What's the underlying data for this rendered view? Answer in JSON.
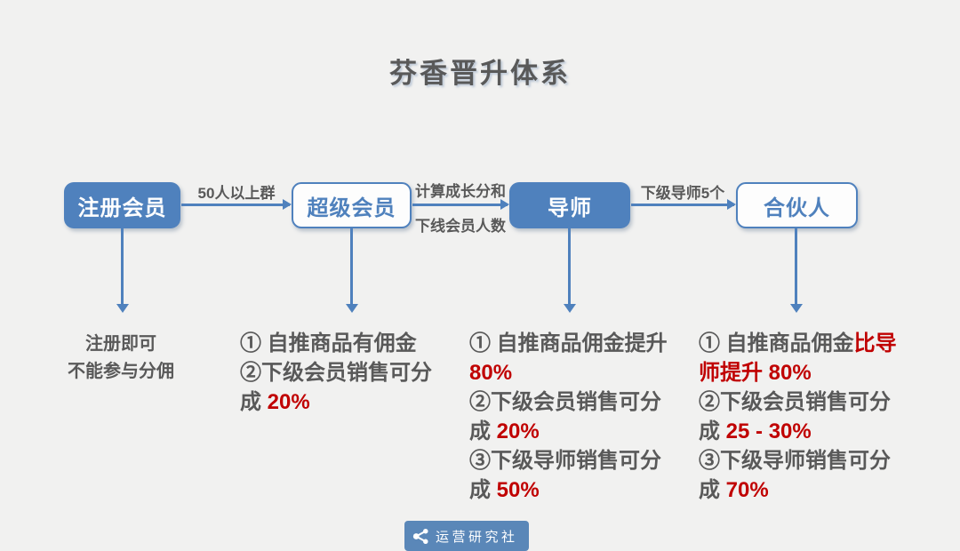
{
  "title": "芬香晋升体系",
  "colors": {
    "blue": "#4f81bd",
    "red": "#c00000",
    "gray": "#595959",
    "background": "#f1f1f0",
    "badge": "#5a87b8"
  },
  "flow": {
    "nodes": [
      {
        "label": "注册会员",
        "style": "filled"
      },
      {
        "label": "超级会员",
        "style": "outlined"
      },
      {
        "label": "导师",
        "style": "filled"
      },
      {
        "label": "合伙人",
        "style": "outlined"
      }
    ],
    "edges": [
      {
        "label_top": "50人以上群",
        "label_bottom": ""
      },
      {
        "label_top": "计算成长分和",
        "label_bottom": "下线会员人数"
      },
      {
        "label_top": "下级导师5个",
        "label_bottom": ""
      }
    ]
  },
  "notes": [
    {
      "lines": [
        [
          {
            "t": "注册即可",
            "c": "gray"
          }
        ],
        [
          {
            "t": "不能参与分佣",
            "c": "gray"
          }
        ]
      ]
    },
    {
      "lines": [
        [
          {
            "t": "① 自推商品有佣金",
            "c": "gray"
          }
        ],
        [
          {
            "t": "②下级会员销售可分",
            "c": "gray"
          }
        ],
        [
          {
            "t": "成 ",
            "c": "gray"
          },
          {
            "t": "20%",
            "c": "red"
          }
        ]
      ]
    },
    {
      "lines": [
        [
          {
            "t": "① 自推商品佣金提升",
            "c": "gray"
          }
        ],
        [
          {
            "t": "80%",
            "c": "red"
          }
        ],
        [
          {
            "t": "②下级会员销售可分",
            "c": "gray"
          }
        ],
        [
          {
            "t": "成 ",
            "c": "gray"
          },
          {
            "t": "20%",
            "c": "red"
          }
        ],
        [
          {
            "t": "③下级导师销售可分",
            "c": "gray"
          }
        ],
        [
          {
            "t": "成 ",
            "c": "gray"
          },
          {
            "t": "50%",
            "c": "red"
          }
        ]
      ]
    },
    {
      "lines": [
        [
          {
            "t": "① 自推商品佣金",
            "c": "gray"
          },
          {
            "t": "比导",
            "c": "red"
          }
        ],
        [
          {
            "t": "师提升 80%",
            "c": "red"
          }
        ],
        [
          {
            "t": "②下级会员销售可分",
            "c": "gray"
          }
        ],
        [
          {
            "t": "成 ",
            "c": "gray"
          },
          {
            "t": "25 - 30%",
            "c": "red"
          }
        ],
        [
          {
            "t": "③下级导师销售可分",
            "c": "gray"
          }
        ],
        [
          {
            "t": "成 ",
            "c": "gray"
          },
          {
            "t": "70%",
            "c": "red"
          }
        ]
      ]
    }
  ],
  "footer": {
    "logo_text": "运营研究社",
    "logo_icon": "share-icon"
  }
}
